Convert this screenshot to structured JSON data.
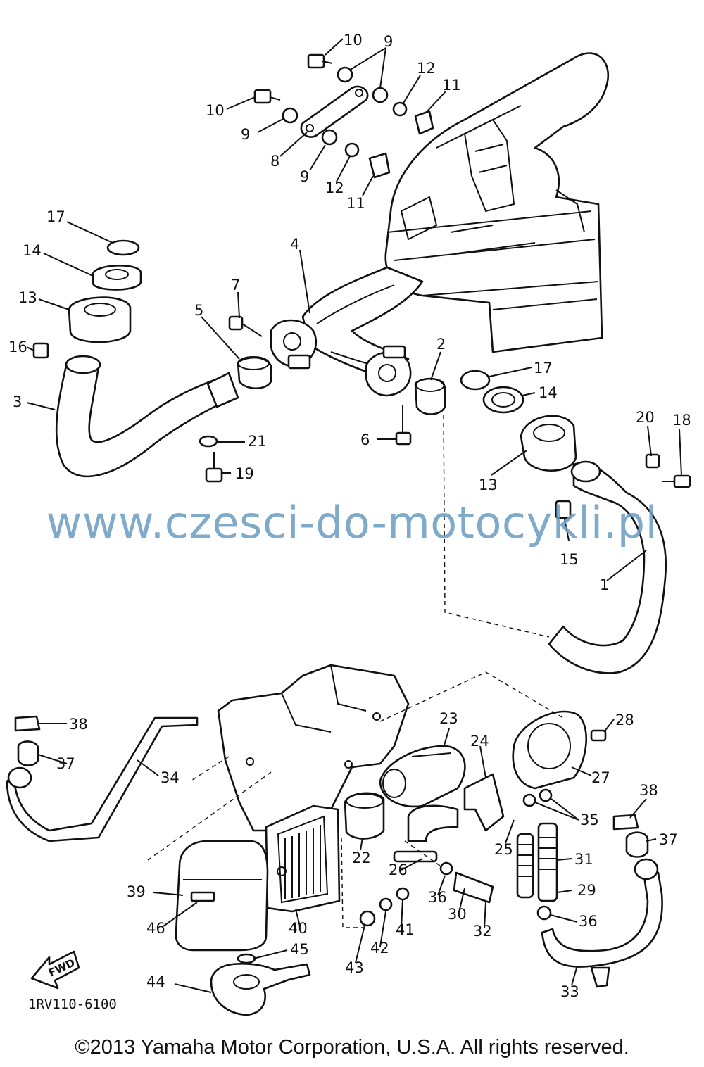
{
  "title": "",
  "watermark": "www.czesci-do-motocykli.pl",
  "diagram_code": "1RV110-6100",
  "copyright": "©2013 Yamaha Motor Corporation, U.S.A. All rights reserved.",
  "fwd_label": "FWD",
  "callouts": [
    "10",
    "9",
    "12",
    "11",
    "10",
    "9",
    "8",
    "9",
    "12",
    "11",
    "17",
    "14",
    "13",
    "16",
    "3",
    "4",
    "7",
    "5",
    "21",
    "19",
    "2",
    "6",
    "17",
    "14",
    "20",
    "18",
    "13",
    "15",
    "1",
    "38",
    "37",
    "34",
    "23",
    "24",
    "28",
    "27",
    "38",
    "35",
    "37",
    "22",
    "26",
    "25",
    "31",
    "39",
    "46",
    "40",
    "36",
    "30",
    "32",
    "29",
    "36",
    "43",
    "42",
    "41",
    "45",
    "44",
    "33"
  ]
}
